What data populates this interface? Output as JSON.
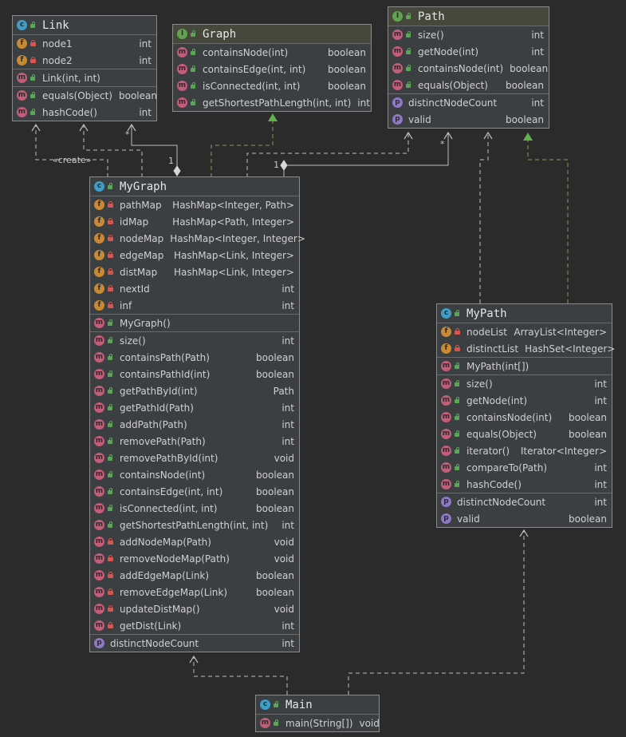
{
  "classes": [
    {
      "id": "link",
      "title": "Link",
      "kind": "c",
      "sections": [
        [
          {
            "kind": "f",
            "vis": "private",
            "name": "node1",
            "type": "int"
          },
          {
            "kind": "f",
            "vis": "private",
            "name": "node2",
            "type": "int"
          }
        ],
        [
          {
            "kind": "m",
            "vis": "public",
            "name": "Link(int, int)",
            "type": ""
          }
        ],
        [
          {
            "kind": "m",
            "vis": "public",
            "name": "equals(Object)",
            "type": "boolean"
          },
          {
            "kind": "m",
            "vis": "public",
            "name": "hashCode()",
            "type": "int"
          }
        ]
      ]
    },
    {
      "id": "graph",
      "title": "Graph",
      "kind": "i",
      "sections": [
        [
          {
            "kind": "m",
            "vis": "public",
            "name": "containsNode(int)",
            "type": "boolean"
          },
          {
            "kind": "m",
            "vis": "public",
            "name": "containsEdge(int, int)",
            "type": "boolean"
          },
          {
            "kind": "m",
            "vis": "public",
            "name": "isConnected(int, int)",
            "type": "boolean"
          },
          {
            "kind": "m",
            "vis": "public",
            "name": "getShortestPathLength(int, int)",
            "type": "int"
          }
        ]
      ]
    },
    {
      "id": "path",
      "title": "Path",
      "kind": "i",
      "sections": [
        [
          {
            "kind": "m",
            "vis": "public",
            "name": "size()",
            "type": "int"
          },
          {
            "kind": "m",
            "vis": "public",
            "name": "getNode(int)",
            "type": "int"
          },
          {
            "kind": "m",
            "vis": "public",
            "name": "containsNode(int)",
            "type": "boolean"
          },
          {
            "kind": "m",
            "vis": "public",
            "name": "equals(Object)",
            "type": "boolean"
          }
        ],
        [
          {
            "kind": "p",
            "vis": "none",
            "name": "distinctNodeCount",
            "type": "int"
          },
          {
            "kind": "p",
            "vis": "none",
            "name": "valid",
            "type": "boolean"
          }
        ]
      ]
    },
    {
      "id": "mygraph",
      "title": "MyGraph",
      "kind": "c",
      "sections": [
        [
          {
            "kind": "f",
            "vis": "private",
            "name": "pathMap",
            "type": "HashMap<Integer, Path>"
          },
          {
            "kind": "f",
            "vis": "private",
            "name": "idMap",
            "type": "HashMap<Path, Integer>"
          },
          {
            "kind": "f",
            "vis": "private",
            "name": "nodeMap",
            "type": "HashMap<Integer, Integer>"
          },
          {
            "kind": "f",
            "vis": "private",
            "name": "edgeMap",
            "type": "HashMap<Link, Integer>"
          },
          {
            "kind": "f",
            "vis": "private",
            "name": "distMap",
            "type": "HashMap<Link, Integer>"
          },
          {
            "kind": "f",
            "vis": "private",
            "name": "nextId",
            "type": "int"
          },
          {
            "kind": "f",
            "vis": "private",
            "name": "inf",
            "type": "int"
          }
        ],
        [
          {
            "kind": "m",
            "vis": "public",
            "name": "MyGraph()",
            "type": ""
          }
        ],
        [
          {
            "kind": "m",
            "vis": "public",
            "name": "size()",
            "type": "int"
          },
          {
            "kind": "m",
            "vis": "public",
            "name": "containsPath(Path)",
            "type": "boolean"
          },
          {
            "kind": "m",
            "vis": "public",
            "name": "containsPathId(int)",
            "type": "boolean"
          },
          {
            "kind": "m",
            "vis": "public",
            "name": "getPathById(int)",
            "type": "Path"
          },
          {
            "kind": "m",
            "vis": "public",
            "name": "getPathId(Path)",
            "type": "int"
          },
          {
            "kind": "m",
            "vis": "public",
            "name": "addPath(Path)",
            "type": "int"
          },
          {
            "kind": "m",
            "vis": "public",
            "name": "removePath(Path)",
            "type": "int"
          },
          {
            "kind": "m",
            "vis": "public",
            "name": "removePathById(int)",
            "type": "void"
          },
          {
            "kind": "m",
            "vis": "public",
            "name": "containsNode(int)",
            "type": "boolean"
          },
          {
            "kind": "m",
            "vis": "public",
            "name": "containsEdge(int, int)",
            "type": "boolean"
          },
          {
            "kind": "m",
            "vis": "public",
            "name": "isConnected(int, int)",
            "type": "boolean"
          },
          {
            "kind": "m",
            "vis": "public",
            "name": "getShortestPathLength(int, int)",
            "type": "int"
          },
          {
            "kind": "m",
            "vis": "private",
            "name": "addNodeMap(Path)",
            "type": "void"
          },
          {
            "kind": "m",
            "vis": "private",
            "name": "removeNodeMap(Path)",
            "type": "void"
          },
          {
            "kind": "m",
            "vis": "private",
            "name": "addEdgeMap(Link)",
            "type": "boolean"
          },
          {
            "kind": "m",
            "vis": "private",
            "name": "removeEdgeMap(Link)",
            "type": "boolean"
          },
          {
            "kind": "m",
            "vis": "private",
            "name": "updateDistMap()",
            "type": "void"
          },
          {
            "kind": "m",
            "vis": "private",
            "name": "getDist(Link)",
            "type": "int"
          }
        ],
        [
          {
            "kind": "p",
            "vis": "none",
            "name": "distinctNodeCount",
            "type": "int"
          }
        ]
      ]
    },
    {
      "id": "mypath",
      "title": "MyPath",
      "kind": "c",
      "sections": [
        [
          {
            "kind": "f",
            "vis": "private",
            "name": "nodeList",
            "type": "ArrayList<Integer>"
          },
          {
            "kind": "f",
            "vis": "private",
            "name": "distinctList",
            "type": "HashSet<Integer>"
          }
        ],
        [
          {
            "kind": "m",
            "vis": "public",
            "name": "MyPath(int[])",
            "type": ""
          }
        ],
        [
          {
            "kind": "m",
            "vis": "public",
            "name": "size()",
            "type": "int"
          },
          {
            "kind": "m",
            "vis": "public",
            "name": "getNode(int)",
            "type": "int"
          },
          {
            "kind": "m",
            "vis": "public",
            "name": "containsNode(int)",
            "type": "boolean"
          },
          {
            "kind": "m",
            "vis": "public",
            "name": "equals(Object)",
            "type": "boolean"
          },
          {
            "kind": "m",
            "vis": "public",
            "name": "iterator()",
            "type": "Iterator<Integer>"
          },
          {
            "kind": "m",
            "vis": "public",
            "name": "compareTo(Path)",
            "type": "int"
          },
          {
            "kind": "m",
            "vis": "public",
            "name": "hashCode()",
            "type": "int"
          }
        ],
        [
          {
            "kind": "p",
            "vis": "none",
            "name": "distinctNodeCount",
            "type": "int"
          },
          {
            "kind": "p",
            "vis": "none",
            "name": "valid",
            "type": "boolean"
          }
        ]
      ]
    },
    {
      "id": "main",
      "title": "Main",
      "kind": "c",
      "sections": [
        [
          {
            "kind": "m",
            "vis": "public",
            "name": "main(String[])",
            "type": "void"
          }
        ]
      ]
    }
  ],
  "edge_labels": {
    "create": "«create»",
    "link_mult_many": "*",
    "link_mult_one": "1",
    "path_mult_many": "*",
    "path_mult_one": "1"
  }
}
